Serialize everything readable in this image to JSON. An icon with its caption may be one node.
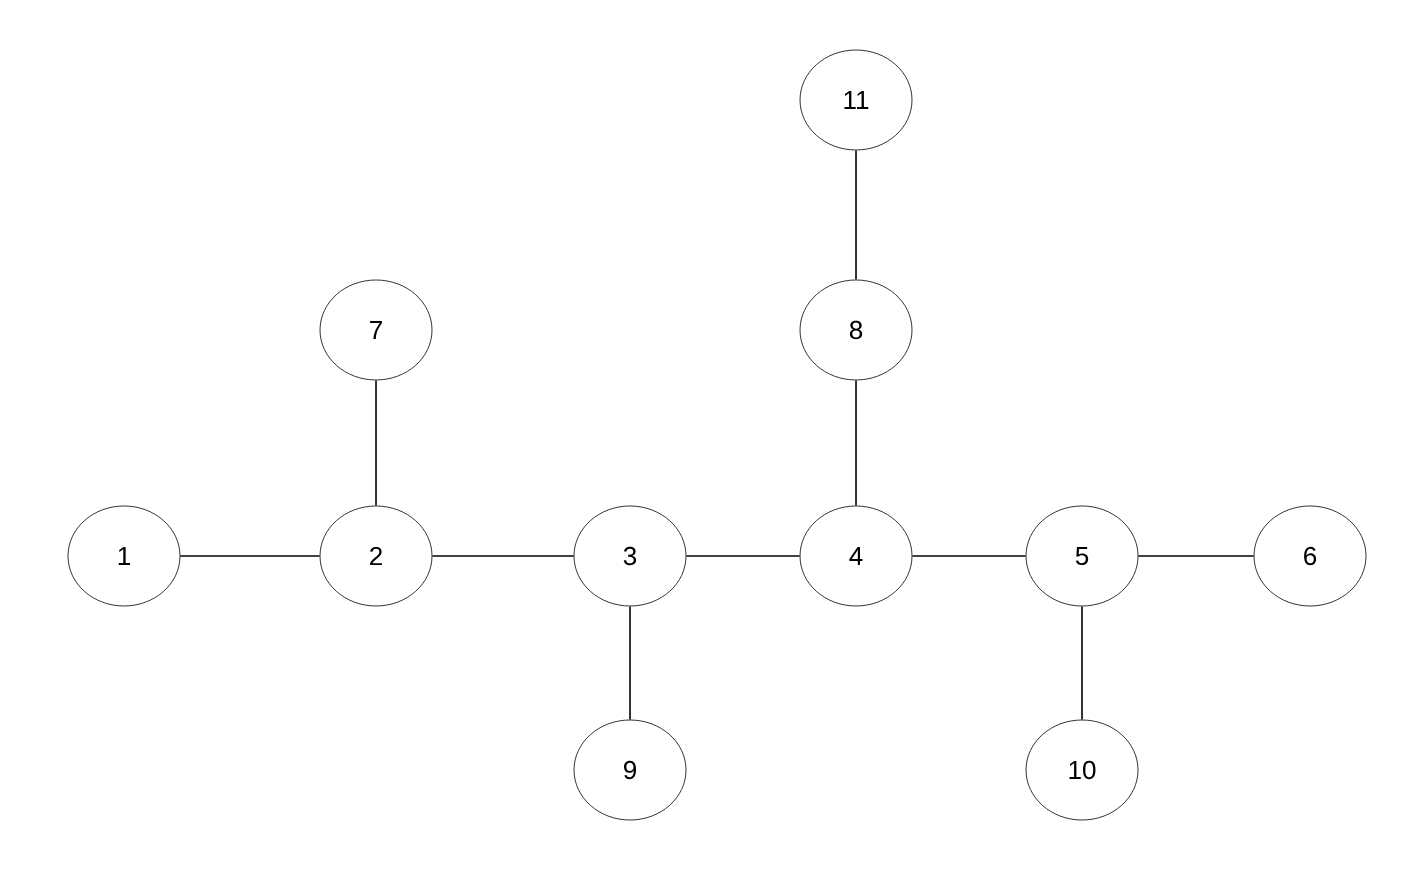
{
  "diagram": {
    "nodes": [
      {
        "text": [
          "1"
        ]
      },
      {
        "text": [
          "2"
        ]
      },
      {
        "text": [
          "3"
        ]
      },
      {
        "text": [
          "4"
        ]
      },
      {
        "text": [
          "5"
        ]
      },
      {
        "text": [
          "6"
        ]
      },
      {
        "text": [
          "7"
        ]
      },
      {
        "text": [
          "8"
        ]
      },
      {
        "text": [
          "9"
        ]
      },
      {
        "text": [
          "10"
        ]
      },
      {
        "text": [
          "11"
        ]
      }
    ],
    "edges": [
      {
        "from": 0,
        "to": 1,
        "arrow": "none"
      },
      {
        "from": 1,
        "to": 2,
        "arrow": "none"
      },
      {
        "from": 2,
        "to": 3,
        "arrow": "none"
      },
      {
        "from": 3,
        "to": 4,
        "arrow": "none"
      },
      {
        "from": 4,
        "to": 5,
        "arrow": "none"
      },
      {
        "from": 6,
        "to": 1,
        "arrow": "none"
      },
      {
        "from": 7,
        "to": 3,
        "arrow": "none"
      },
      {
        "from": 10,
        "to": 7,
        "arrow": "none"
      },
      {
        "from": 2,
        "to": 8,
        "arrow": "none"
      },
      {
        "from": 4,
        "to": 9,
        "arrow": "none"
      }
    ]
  }
}
